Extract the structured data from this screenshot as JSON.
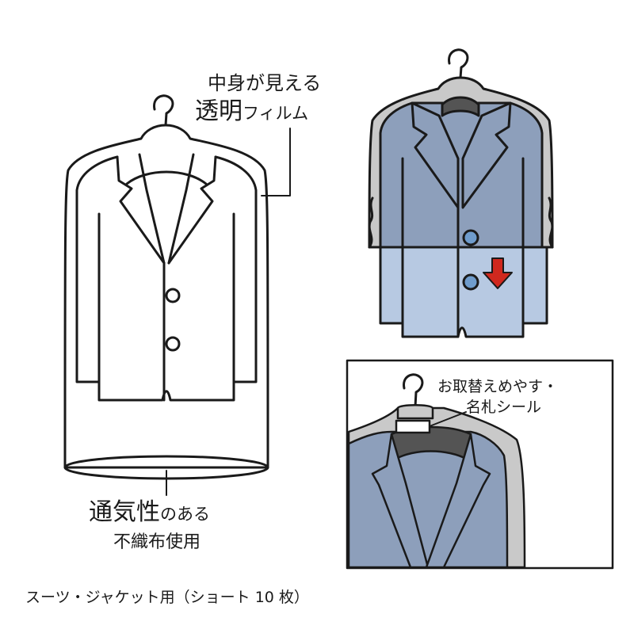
{
  "labels": {
    "film_line1": "中身が見える",
    "film_line2_main": "透明",
    "film_line2_sub": "フィルム",
    "vent_line1_main": "通気性",
    "vent_line1_sub": "のある",
    "vent_line2": "不織布使用",
    "tag_line1": "お取替えめやす・",
    "tag_line2": "名札シール"
  },
  "caption": "スーツ・ジャケット用（ショート 10 枚）",
  "colors": {
    "line": "#1a1a1a",
    "jacket_dark": "#8d9fbb",
    "jacket_light": "#b7c9e2",
    "cover_gray": "#c9c9c9",
    "hanger_gray": "#545454",
    "button": "#6f9ccc",
    "arrow": "#d0281e"
  },
  "icons": {
    "arrow": "down-arrow-icon",
    "hanger": "hanger-icon"
  }
}
